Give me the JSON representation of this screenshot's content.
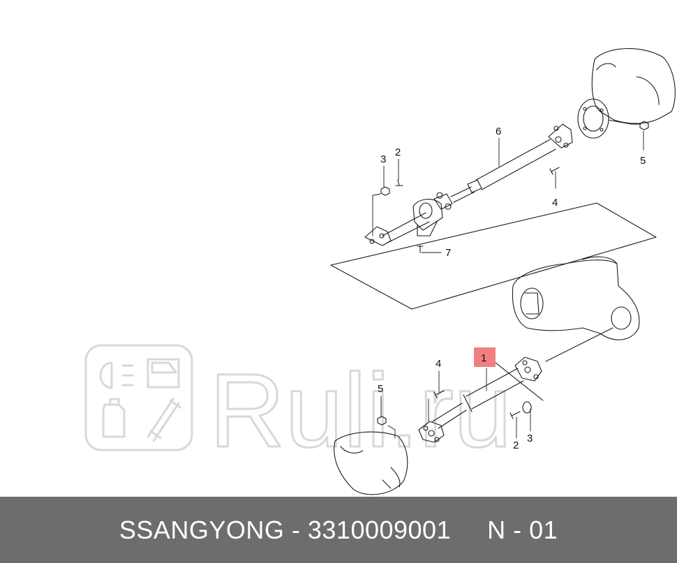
{
  "callouts": {
    "upper": {
      "c2": "2",
      "c3": "3",
      "c4": "4",
      "c5": "5",
      "c6": "6",
      "c7": "7"
    },
    "lower": {
      "c1": "1",
      "c2": "2",
      "c3": "3",
      "c4": "4",
      "c5": "5"
    }
  },
  "watermark": {
    "text": "Ruli.ru"
  },
  "footer": {
    "brand_part": "SSANGYONG - 3310009001",
    "ref": "N - 01"
  },
  "colors": {
    "footer_bg": "#6d6d6d",
    "highlight": "#f08080",
    "watermark": "#dcdcdc"
  }
}
